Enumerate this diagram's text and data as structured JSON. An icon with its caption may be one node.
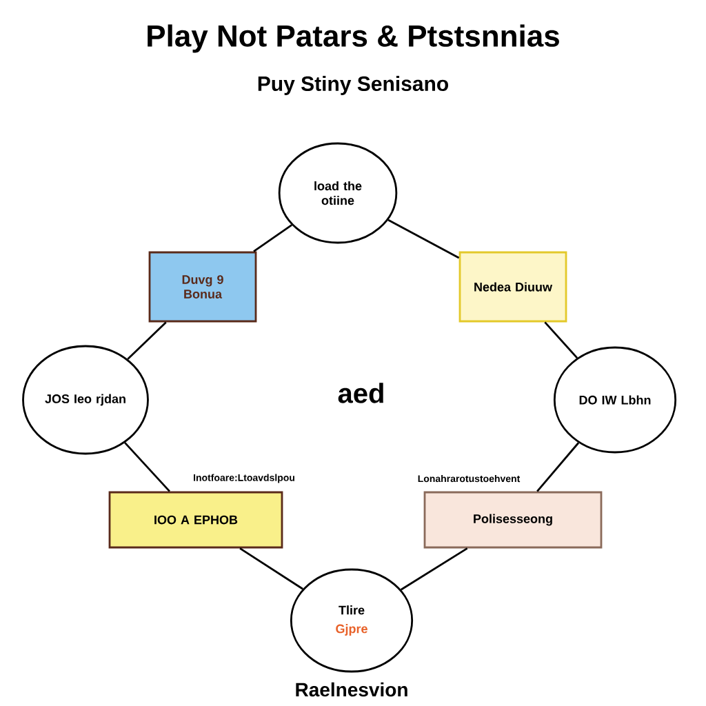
{
  "diagram": {
    "title": "Play Not Patars & Ptstsnnias",
    "nodes": [
      {
        "text": [
          "load the otiine"
        ]
      },
      {
        "text": [
          "Duvg 9 Bonua"
        ]
      },
      {
        "text": [
          "Nedea Diuuw"
        ]
      },
      {
        "text": [
          "JOS Ieo rjdan"
        ]
      },
      {
        "text": [
          "DO IW Lbhn"
        ]
      },
      {
        "text": [
          "IOO A EPHOB"
        ],
        "beside": [
          "Inotfoare:Ltoavdslpou"
        ]
      },
      {
        "text": [
          "Polisesseong"
        ],
        "beside": [
          "Lonahrarotustoehvent"
        ]
      },
      {
        "text": [
          "Tlire",
          "Gjpre"
        ]
      }
    ],
    "edges": [
      {
        "from": 0,
        "to": 1,
        "arrow": "none"
      },
      {
        "from": 0,
        "to": 2,
        "arrow": "none"
      },
      {
        "from": 1,
        "to": 3,
        "arrow": "none"
      },
      {
        "from": 2,
        "to": 4,
        "arrow": "none"
      },
      {
        "from": 3,
        "to": 5,
        "arrow": "none"
      },
      {
        "from": 4,
        "to": 6,
        "arrow": "none"
      },
      {
        "from": 5,
        "to": 7,
        "arrow": "none"
      },
      {
        "from": 6,
        "to": 7,
        "arrow": "none"
      }
    ],
    "labels": [
      "Puy Stiny Senisano",
      "aed",
      "Raelnesvion"
    ]
  }
}
